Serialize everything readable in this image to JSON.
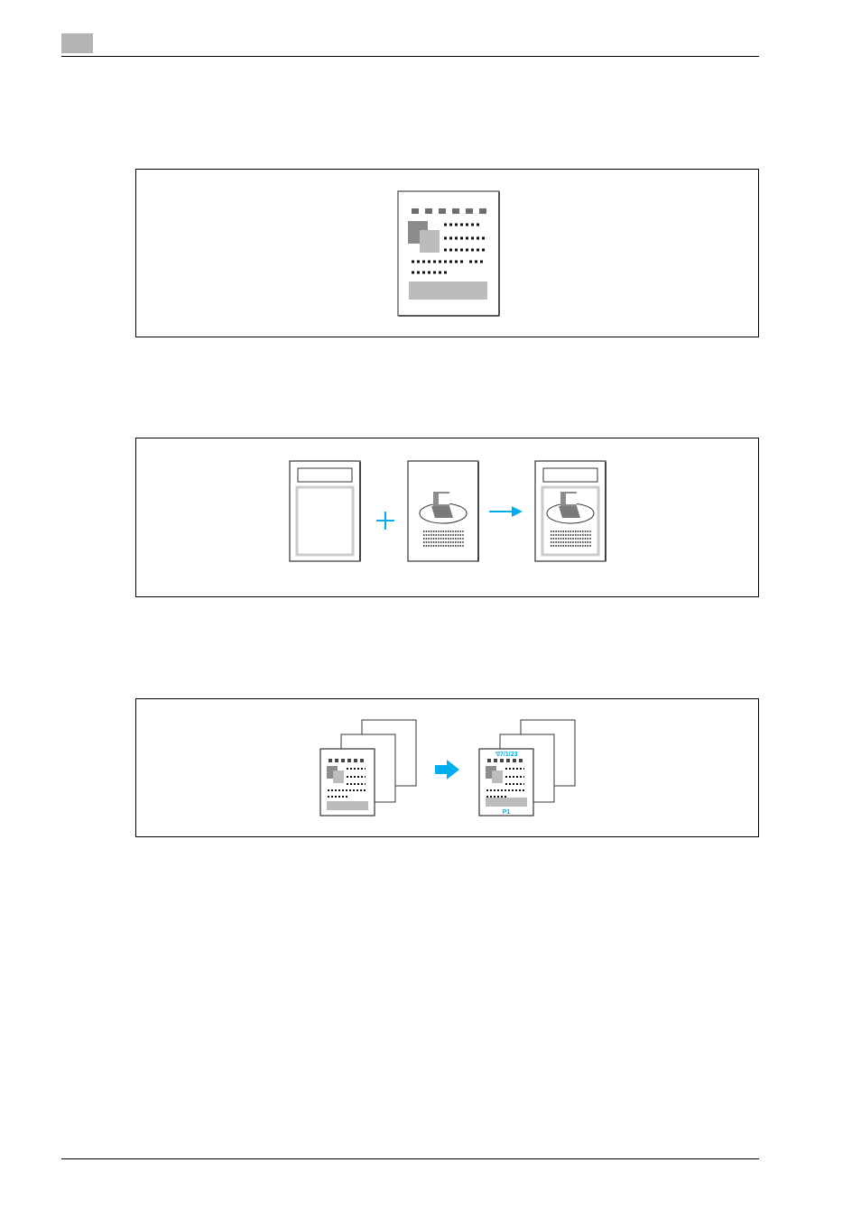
{
  "colors": {
    "accent": "#00aeef",
    "dark_gray": "#6d6d6d",
    "mid_gray": "#8c8c8c",
    "light_gray": "#bcbcbc",
    "frame_gray": "#cccccc"
  },
  "figures": [
    {
      "name": "single-document-illustration"
    },
    {
      "name": "overlay-combine-illustration",
      "icons": [
        "plus-icon",
        "arrow-right-icon"
      ]
    },
    {
      "name": "date-page-stamp-illustration",
      "icons": [
        "arrow-right-icon"
      ]
    }
  ],
  "stamp": {
    "date_text": "'07/1/23",
    "page_text": "P1"
  }
}
